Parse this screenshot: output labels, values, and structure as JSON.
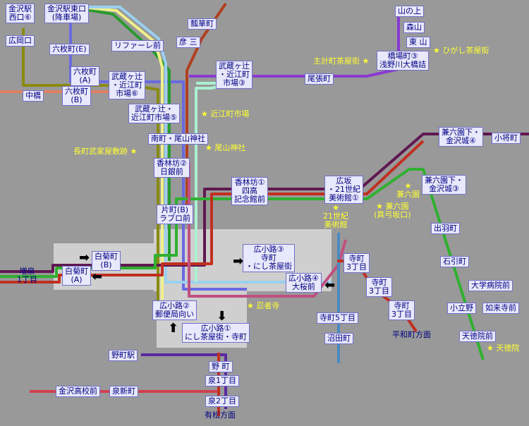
{
  "colors": {
    "background": "#999999",
    "plaza": "#cfcfcf",
    "label_bg": "#e8e8ff",
    "label_text": "#000080",
    "poi": "#ffff33"
  },
  "stops": {
    "kanazawa_nishi": "金沢駅\n西口⑥",
    "kanazawa_higashi": "金沢駅東口\n(降車場)",
    "hirookaguchi": "広岡口",
    "rokumaicho_e": "六枚町(E)",
    "rokumaicho_a": "六枚町\n(A)",
    "rokumaicho_b": "六枚町\n(B)",
    "nakahashi": "中橋",
    "rifare": "リファーレ前",
    "hikosaburo": "彦 三",
    "hyotanmachi": "瓢箪町",
    "musashi_ichiba3": "武蔵ヶ辻\n・近江町\n市場③",
    "musashi_ichiba6": "武蔵ヶ辻\n・近江町\n市場⑥",
    "musashi_ichiba5": "武蔵ヶ辻・\n近江町市場⑤",
    "owaricho": "尾張町",
    "yamanoue": "山の上",
    "moriyama": "森山",
    "higashiyama": "東 山",
    "hashiba": "橋場町③\n浅野川大橋詰",
    "minamicho": "南町・尾山神社",
    "korinbo2": "香林坊②\n日銀前",
    "korinbo1": "香林坊①\n四高\n記念館前",
    "hirosaka": "広坂\n・21世紀\n美術館①",
    "kenroku_kotoji4": "兼六園下・\n金沢城④",
    "koshomachi": "小将町",
    "kenroku_kanazawa3": "兼六園下・\n金沢城③",
    "katamachi_b": "片町(B)\nラブロ前",
    "shiragiku_b": "白菊町\n(B)",
    "shiragiku_a": "白菊町\n(A)",
    "masuizumi": "増泉\n1丁目",
    "hirokoji3": "広小路③\n寺町\n・にし茶屋街",
    "hirokoji4": "広小路④\n大桜前",
    "hirokoji2": "広小路②\n郵便局向い",
    "hirokoji1": "広小路①\nにし茶屋街・寺町",
    "teramachi3a": "寺町\n3丁目",
    "teramachi3b": "寺町\n3丁目",
    "teramachi3c": "寺町\n3丁目",
    "teramachi5": "寺町5丁目",
    "numatacho": "沼田町",
    "heiwamachi": "平和町方面",
    "ideuamachi": "出羽町",
    "ishibikimachi": "石引町",
    "daigakubyoin": "大学病院前",
    "kodatsuno": "小立野",
    "nyoraiji": "如来寺前",
    "tentokuin_mae": "天徳院前",
    "nomachi_eki": "野町駅",
    "nomachi": "野 町",
    "izumi1": "泉1丁目",
    "izumi2": "泉2丁目",
    "aramatsu": "有松方面",
    "kanazawa_koko": "金沢高校前",
    "shinmachi": "泉新町"
  },
  "pois": {
    "kazuemachi": "主計町茶屋街 ★",
    "higashi_chaya": "★ ひがし茶屋街",
    "omicho": "★ 近江町市場",
    "nagamachi": "長町武家屋敷跡 ★",
    "oyama": "★ 尾山神社",
    "kenrokuen": "★\n兼六園",
    "kenrokuen_mayumi": "★ 兼六園\n(真弓坂口)",
    "museum21": "★\n21世紀\n美術館",
    "ninjadera": "★ 忍者寺",
    "tentokuin": "★ 天徳院"
  }
}
